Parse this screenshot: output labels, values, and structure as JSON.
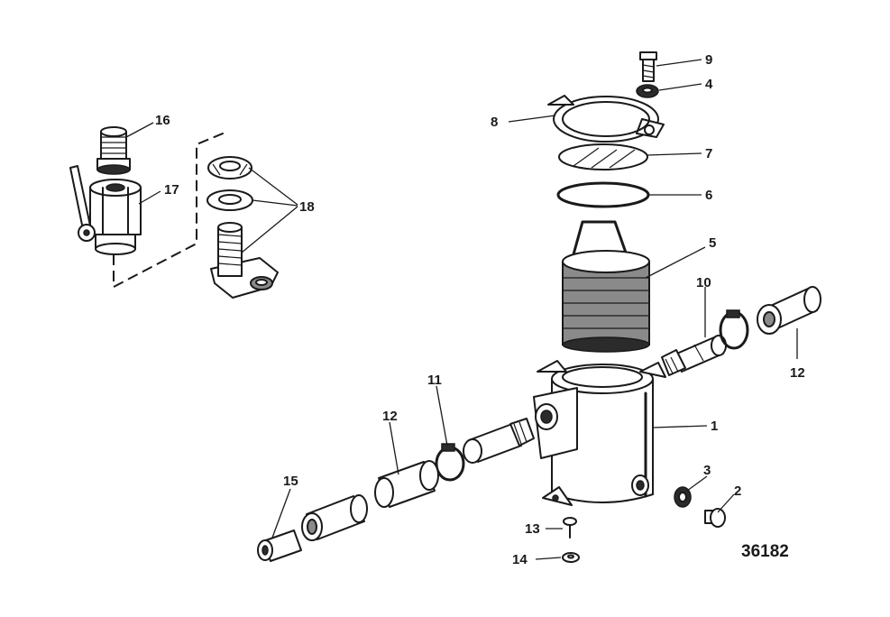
{
  "diagram": {
    "callouts": {
      "c1": "1",
      "c2": "2",
      "c3": "3",
      "c4": "4",
      "c5": "5",
      "c6": "6",
      "c7": "7",
      "c8": "8",
      "c9": "9",
      "c10": "10",
      "c11": "11",
      "c12a": "12",
      "c12b": "12",
      "c13": "13",
      "c14": "14",
      "c15": "15",
      "c16": "16",
      "c17": "17",
      "c18": "18"
    },
    "diagram_number": "36182"
  }
}
